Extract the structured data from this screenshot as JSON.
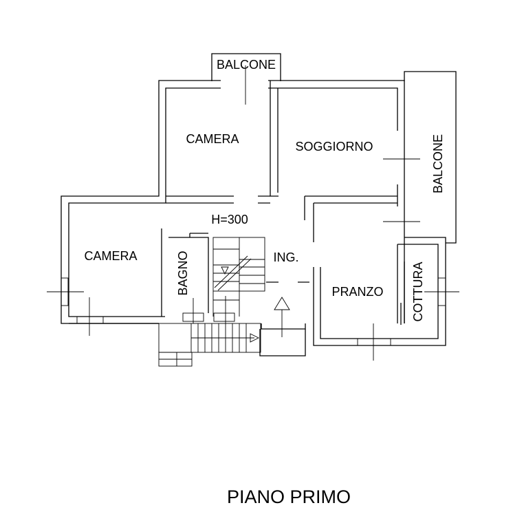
{
  "title": "PIANO PRIMO",
  "rooms": {
    "balcone_top": "BALCONE",
    "camera_top": "CAMERA",
    "soggiorno": "SOGGIORNO",
    "balcone_right": "BALCONE",
    "height_note": "H=300",
    "camera_left": "CAMERA",
    "bagno": "BAGNO",
    "ingresso": "ING.",
    "pranzo": "PRANZO",
    "cottura": "COTTURA"
  }
}
